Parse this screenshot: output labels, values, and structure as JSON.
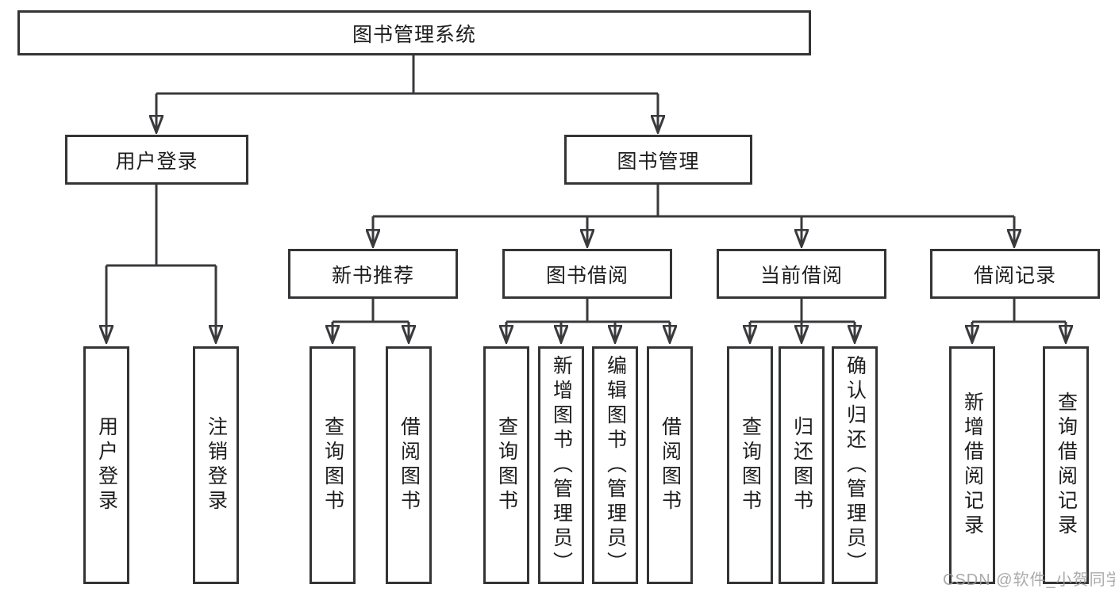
{
  "diagram": {
    "title": "图书管理系统",
    "watermark": "CSDN @软件_小贺同学",
    "colors": {
      "line": "#3a3a3c",
      "box_border": "#333436",
      "text": "#1d1d1f",
      "watermark": "#9e9e9e",
      "background": "#ffffff"
    },
    "nodes": {
      "root": {
        "label": "图书管理系统"
      },
      "user_login": {
        "label": "用户登录"
      },
      "book_mgmt": {
        "label": "图书管理"
      },
      "new_book_rec": {
        "label": "新书推荐"
      },
      "book_borrow": {
        "label": "图书借阅"
      },
      "current_borrow": {
        "label": "当前借阅"
      },
      "borrow_record": {
        "label": "借阅记录"
      },
      "leaf_user_login": {
        "label": "用户登录"
      },
      "leaf_logout": {
        "label": "注销登录"
      },
      "leaf_nbr_query": {
        "label": "查询图书"
      },
      "leaf_nbr_borrow": {
        "label": "借阅图书"
      },
      "leaf_bb_query": {
        "label": "查询图书"
      },
      "leaf_bb_add": {
        "label": "新增图书（管理员）"
      },
      "leaf_bb_edit": {
        "label": "编辑图书（管理员）"
      },
      "leaf_bb_borrow": {
        "label": "借阅图书"
      },
      "leaf_cb_query": {
        "label": "查询图书"
      },
      "leaf_cb_return": {
        "label": "归还图书"
      },
      "leaf_cb_confirm": {
        "label": "确认归还（管理员）"
      },
      "leaf_br_add": {
        "label": "新增借阅记录"
      },
      "leaf_br_query": {
        "label": "查询借阅记录"
      }
    },
    "hierarchy": {
      "图书管理系统": {
        "用户登录": [
          "用户登录",
          "注销登录"
        ],
        "图书管理": {
          "新书推荐": [
            "查询图书",
            "借阅图书"
          ],
          "图书借阅": [
            "查询图书",
            "新增图书（管理员）",
            "编辑图书（管理员）",
            "借阅图书"
          ],
          "当前借阅": [
            "查询图书",
            "归还图书",
            "确认归还（管理员）"
          ],
          "借阅记录": [
            "新增借阅记录",
            "查询借阅记录"
          ]
        }
      }
    }
  }
}
